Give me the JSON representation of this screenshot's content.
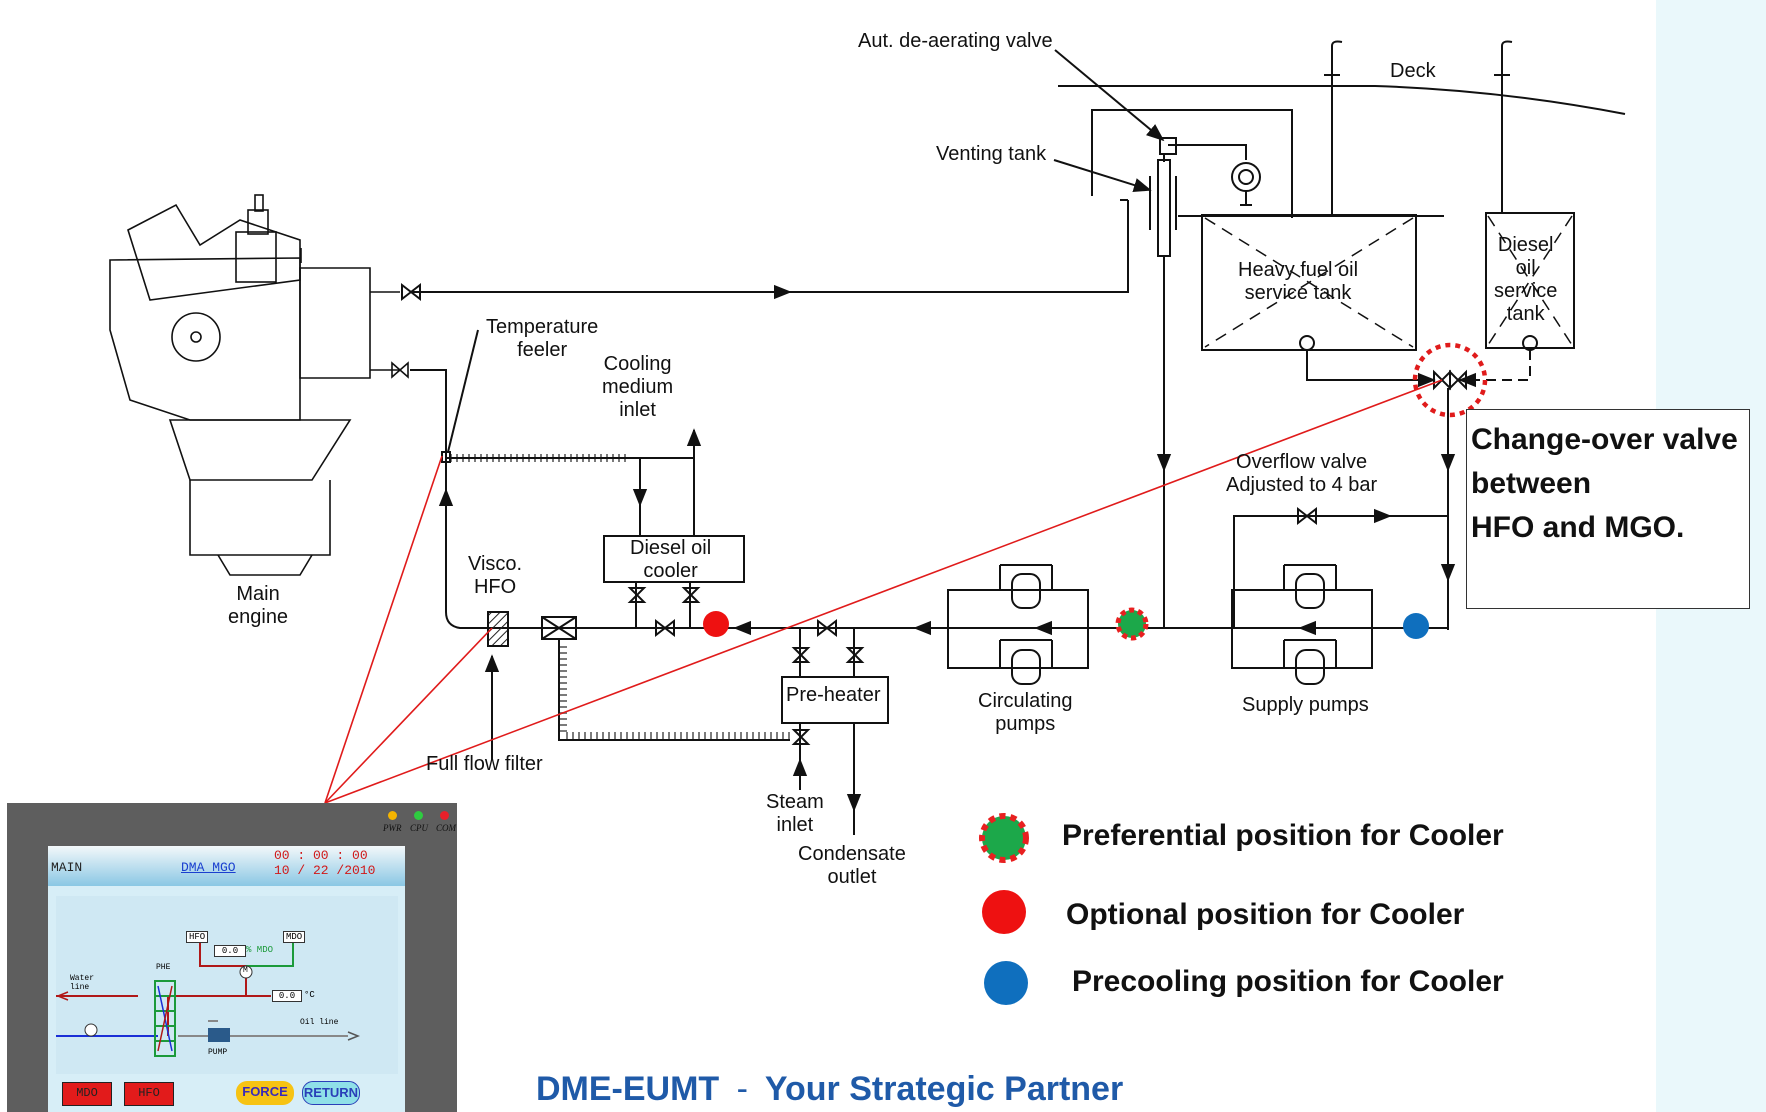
{
  "labels": {
    "aut_deaerating_valve": "Aut. de-aerating valve",
    "deck": "Deck",
    "venting_tank": "Venting tank",
    "heavy_fuel_oil_service_tank": "Heavy fuel oil\nservice tank",
    "diesel_oil_service_tank": "Diesel\noil\nservice\ntank",
    "temperature_feeler": "Temperature\nfeeler",
    "cooling_medium_inlet": "Cooling\nmedium\ninlet",
    "overflow_valve": "Overflow valve\nAdjusted to 4 bar",
    "main_engine": "Main\nengine",
    "visco_hfo": "Visco.\nHFO",
    "diesel_oil_cooler": "Diesel oil\ncooler",
    "pre_heater": "Pre-heater",
    "circulating_pumps": "Circulating\npumps",
    "supply_pumps": "Supply pumps",
    "full_flow_filter": "Full flow filter",
    "steam_inlet": "Steam\ninlet",
    "condensate_outlet": "Condensate\noutlet"
  },
  "callout": {
    "change_over_valve": "Change-over valve\nbetween\nHFO and MGO."
  },
  "legend": {
    "items": [
      {
        "label": "Preferential position for Cooler",
        "color": "#1ca84a",
        "border": "#e82020"
      },
      {
        "label": "Optional position for Cooler",
        "color": "#ee1111"
      },
      {
        "label": "Precooling position for Cooler",
        "color": "#0f6fbe"
      }
    ]
  },
  "footer": {
    "brand": "DME-EUMT",
    "separator": "-",
    "tagline": "Your Strategic Partner"
  },
  "hmi": {
    "leds": [
      "PWR",
      "CPU",
      "COM"
    ],
    "led_colors": [
      "#f4b400",
      "#2ecc40",
      "#e8202a"
    ],
    "title": "MAIN",
    "mode": "DMA MGO",
    "time": "00 : 00 : 00",
    "date": "10 / 22 /2010",
    "tag_hfo": "HFO",
    "tag_mdo": "MDO",
    "percent_value": "0.0",
    "percent_unit": "% MDO",
    "temp_value": "0.0",
    "temp_unit": "°C",
    "motor_symbol": "M",
    "water_line": "Water\nline",
    "phe": "PHE",
    "oil_line": "Oil line",
    "pump": "PUMP",
    "buttons": {
      "mdo": "MDO",
      "hfo": "HFO",
      "force": "FORCE",
      "return": "RETURN"
    }
  }
}
